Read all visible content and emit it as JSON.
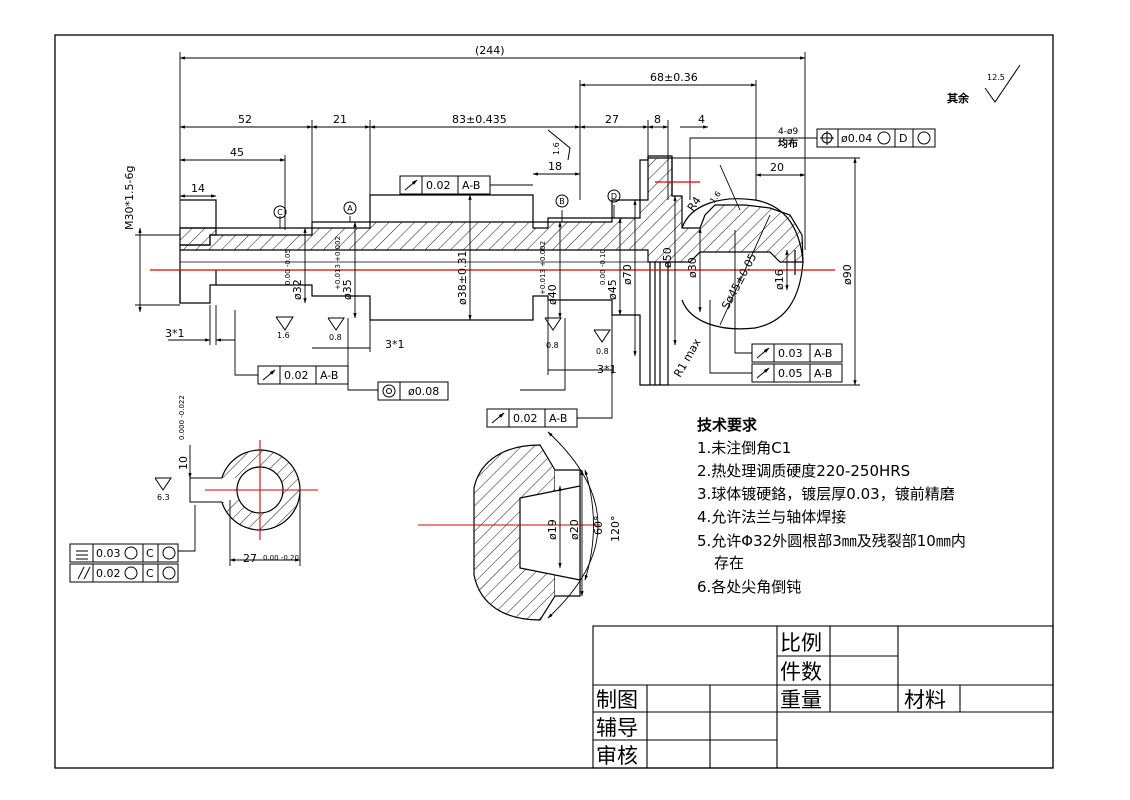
{
  "roughness": {
    "general_value": "12.5",
    "general_label": "其余",
    "r16": "1.6",
    "r08": "0.8",
    "r63": "6.3"
  },
  "dims": {
    "overall": "(244)",
    "d52": "52",
    "d21": "21",
    "d83": "83±0.435",
    "d27": "27",
    "d8": "8",
    "d4": "4",
    "d45": "45",
    "d14": "14",
    "d68": "68±0.36",
    "d18": "18",
    "d20": "20",
    "thread": "M30*1.5-6g",
    "ch3x1a": "3*1",
    "ch3x1b": "3*1",
    "ch3x1c": "3*1",
    "phi32": "ø32",
    "phi32_tol": "0.00 -0.05",
    "phi35": "ø35",
    "phi35_tol": "+0.013 +0.002",
    "phi38": "ø38±0.31",
    "phi40": "ø40",
    "phi40_tol": "+0.013 +0.002",
    "phi45": "ø45",
    "phi45_tol": "0.00 -0.10",
    "phi70": "ø70",
    "phi50": "ø50",
    "phi30": "ø30",
    "phi16": "ø16",
    "phi90": "ø90",
    "sphere": "Sø45±0.05",
    "r4": "R4",
    "r1max": "R1 max",
    "tiny16": "1.6",
    "hole_note": "4-ø9",
    "hole_note2": "均布",
    "key_depth": "10",
    "key_depth_tol": "0.000 -0.022",
    "key_width": "27",
    "key_width_tol": "0.00 -0.20",
    "phi19": "ø19",
    "phi20": "ø20",
    "a60": "60°",
    "a120": "120°"
  },
  "datums": {
    "A": "A",
    "B": "B",
    "C": "C",
    "D": "D"
  },
  "tolerances": {
    "runout_top": {
      "value": "0.02",
      "ref": "A-B"
    },
    "runout_left": {
      "value": "0.02",
      "ref": "A-B"
    },
    "concentric": {
      "value": "ø0.08"
    },
    "runout_mid": {
      "value": "0.02",
      "ref": "A-B"
    },
    "position": {
      "value": "ø0.04",
      "ref1": "D"
    },
    "runout_r1": {
      "value": "0.03",
      "ref": "A-B"
    },
    "runout_r2": {
      "value": "0.05",
      "ref": "A-B"
    },
    "sym": {
      "value": "0.03",
      "ref": "C"
    },
    "par": {
      "value": "0.02",
      "ref": "C"
    }
  },
  "notes": {
    "title": "技术要求",
    "items": [
      "1.未注倒角C1",
      "2.热处理调质硬度220-250HRS",
      "3.球体镀硬鉻，镀层厚0.03，镀前精磨",
      "4.允许法兰与轴体焊接",
      "5.允许Φ32外圆根部3㎜及残裂部10㎜内",
      "存在",
      "6.各处尖角倒钝"
    ]
  },
  "title_block": {
    "scale": "比例",
    "count": "件数",
    "weight": "重量",
    "material": "材料",
    "drawn": "制图",
    "assist": "辅导",
    "review": "审核"
  }
}
